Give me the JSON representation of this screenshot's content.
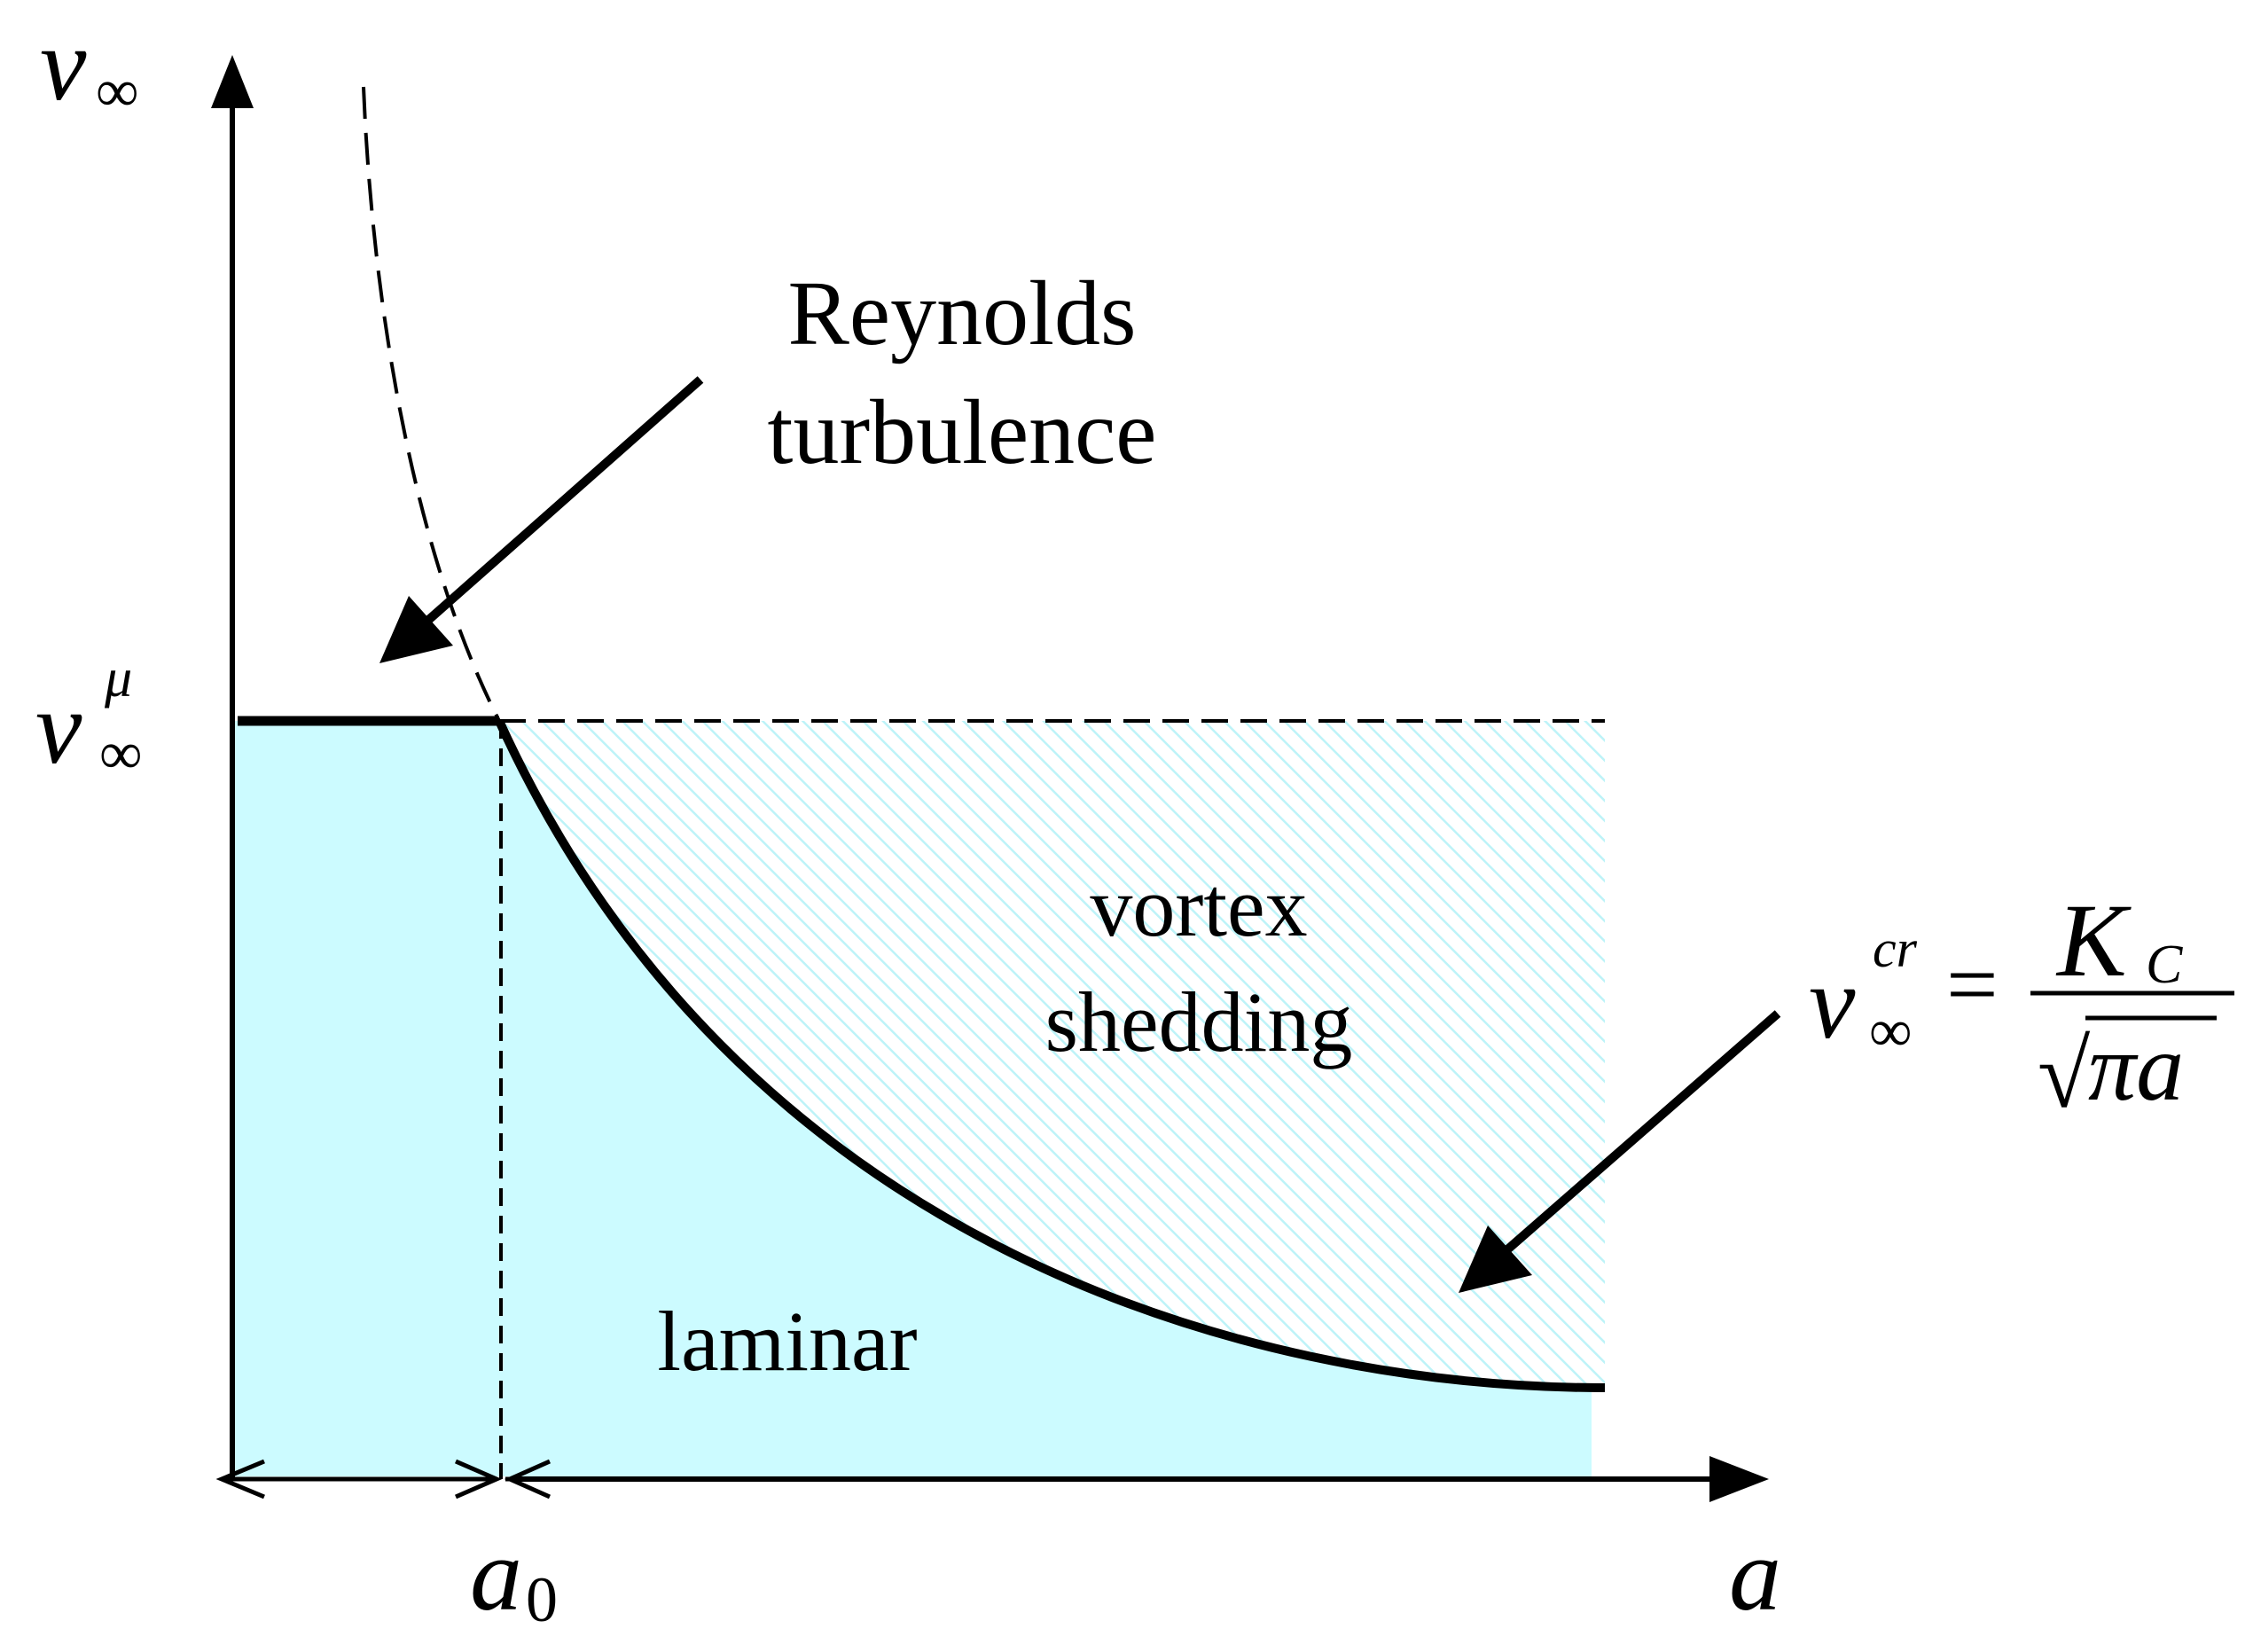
{
  "axes": {
    "y_label_main": "v",
    "y_label_sub": "∞",
    "x_label": "a",
    "x_tick_main": "a",
    "x_tick_sub": "0"
  },
  "threshold_label": {
    "main": "v",
    "sup": "μ",
    "sub": "∞"
  },
  "regions": {
    "laminar": "laminar",
    "vortex_line1": "vortex",
    "vortex_line2": "shedding"
  },
  "annotations": {
    "reynolds_line1": "Reynolds",
    "reynolds_line2": "turbulence"
  },
  "formula": {
    "lhs_main": "v",
    "lhs_sup": "cr",
    "lhs_sub": "∞",
    "equals": "=",
    "numerator_main": "K",
    "numerator_sub": "C",
    "denominator": "πa",
    "radical": "√"
  },
  "colors": {
    "laminar_fill": "#ccfbff",
    "hatch": "#bdf3f8",
    "ink": "#000000"
  }
}
